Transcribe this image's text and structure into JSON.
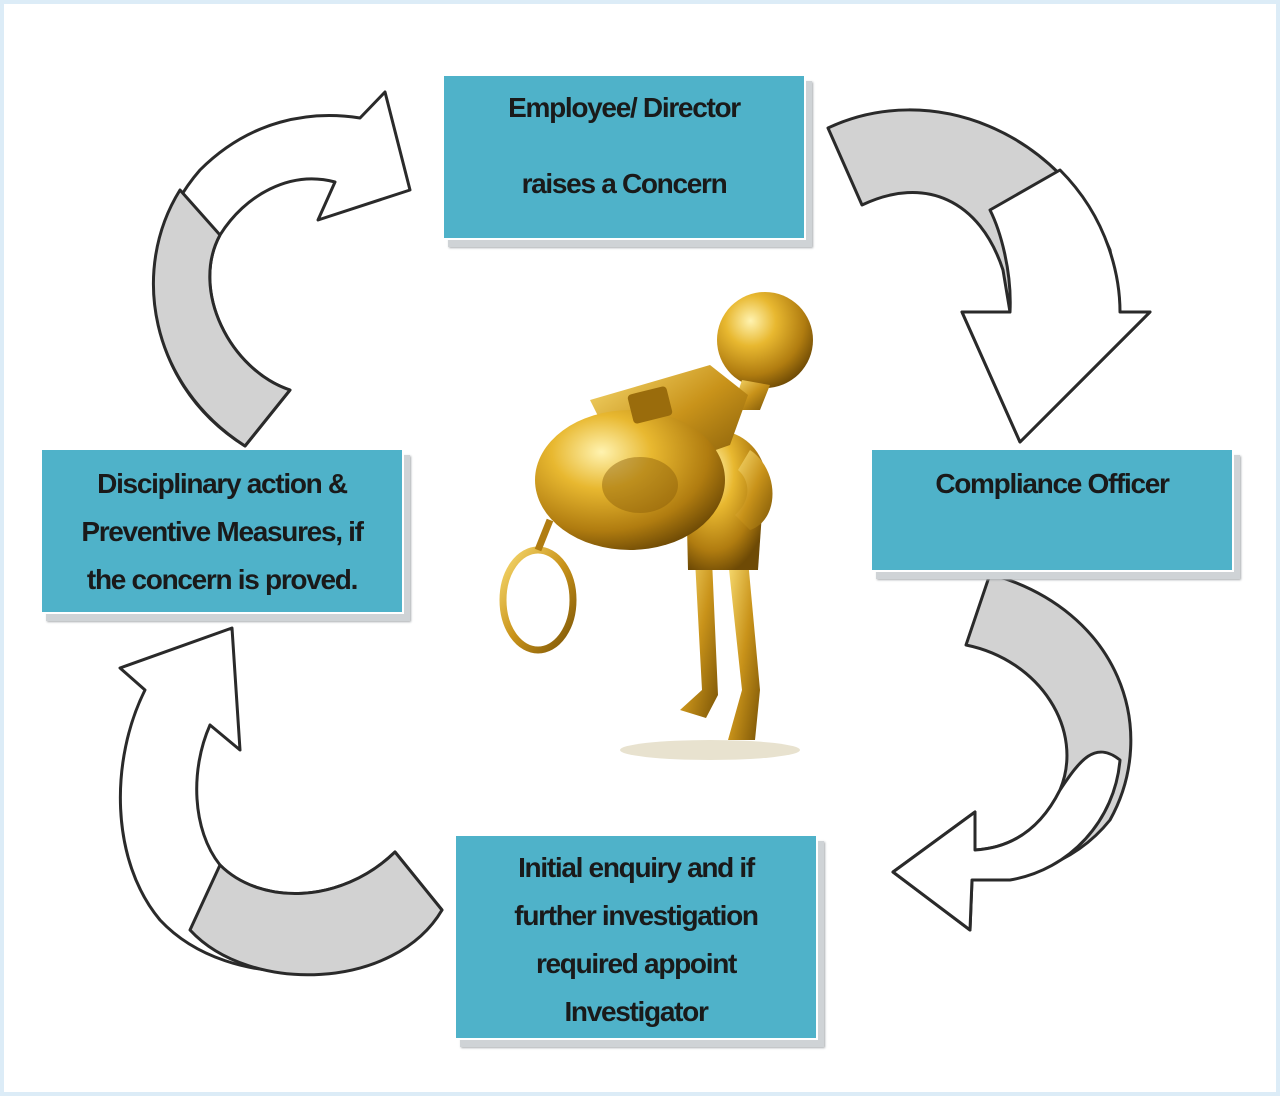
{
  "diagram": {
    "nodes": [
      {
        "id": "raise",
        "lines": [
          "Employee/ Director",
          "raises a Concern"
        ]
      },
      {
        "id": "officer",
        "lines": [
          "Compliance Officer"
        ]
      },
      {
        "id": "enquiry",
        "lines": [
          "Initial enquiry and if",
          "further investigation",
          "required appoint",
          "Investigator"
        ]
      },
      {
        "id": "action",
        "lines": [
          "Disciplinary action &",
          "Preventive Measures, if",
          "the concern is proved."
        ]
      }
    ],
    "edges": [
      {
        "from": "raise",
        "to": "officer"
      },
      {
        "from": "officer",
        "to": "enquiry"
      },
      {
        "from": "enquiry",
        "to": "action"
      },
      {
        "from": "action",
        "to": "raise"
      }
    ],
    "colors": {
      "box_fill": "#4fb2c9",
      "arrow_front": "#ffffff",
      "arrow_back": "#d2d2d2",
      "arrow_outline": "#2a2a2a",
      "figure_gold": "#c89a1a"
    },
    "center_image": "gold figure with whistle"
  }
}
